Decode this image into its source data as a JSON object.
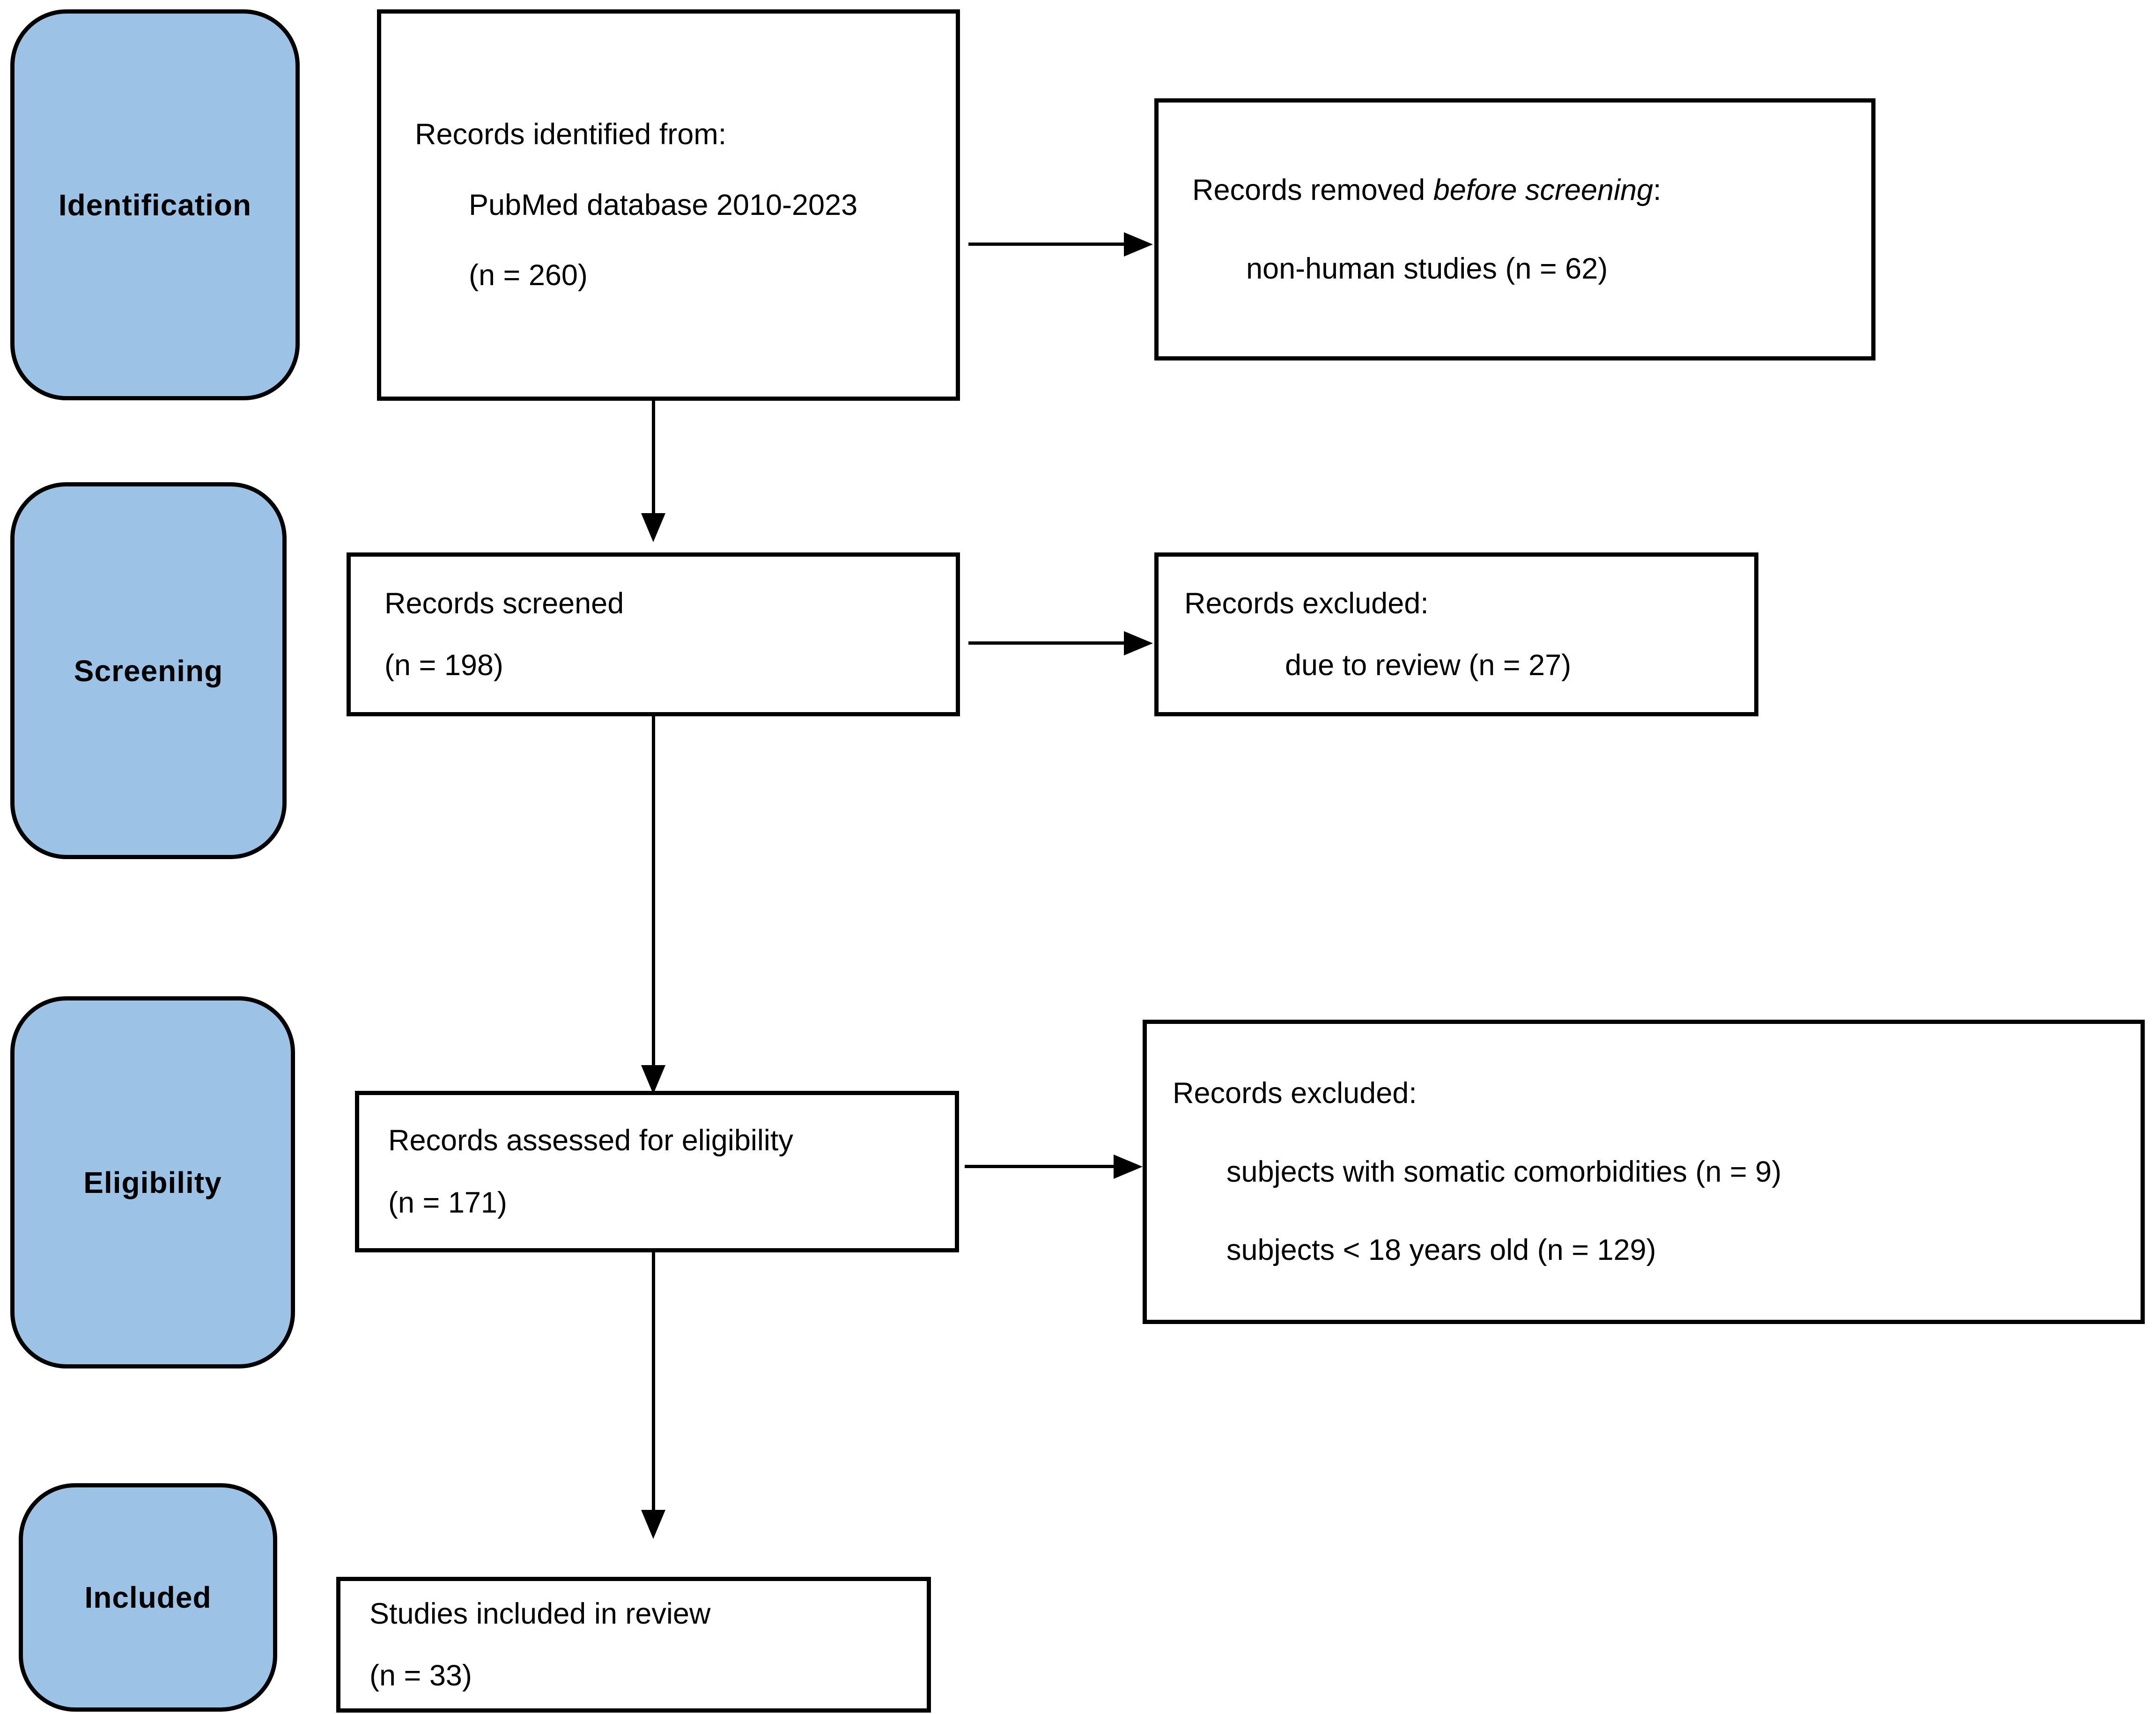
{
  "diagram": {
    "title": "PRISMA flow diagram",
    "accent_color": "#9CC3E5",
    "line_color": "#000000",
    "background_color": "#FFFFFF"
  },
  "stages": [
    {
      "id": "identification",
      "label": "Identification"
    },
    {
      "id": "screening",
      "label": "Screening"
    },
    {
      "id": "eligibility",
      "label": "Eligibility"
    },
    {
      "id": "included",
      "label": "Included"
    }
  ],
  "boxes": {
    "identified": {
      "line1": "Records identified from:",
      "line2": "PubMed database 2010-2023",
      "line3": "(n = 260)"
    },
    "removed_before_screening": {
      "line1_prefix": "Records removed ",
      "line1_italic": "before screening",
      "line1_suffix": ":",
      "line2": "non-human studies (n = 62)"
    },
    "screened": {
      "line1": "Records screened",
      "line2": "(n = 198)"
    },
    "excluded_screening": {
      "line1": "Records excluded:",
      "line2": "due to review (n = 27)"
    },
    "assessed": {
      "line1": "Records assessed for eligibility",
      "line2": "(n = 171)"
    },
    "excluded_eligibility": {
      "line1": "Records excluded:",
      "line2": "subjects with somatic comorbidities (n = 9)",
      "line3": "subjects < 18 years old (n = 129)"
    },
    "included_studies": {
      "line1": "Studies included in review",
      "line2": "(n = 33)"
    }
  },
  "counts": {
    "identified": 260,
    "removed_non_human": 62,
    "screened": 198,
    "excluded_review": 27,
    "assessed": 171,
    "excluded_comorbidities": 9,
    "excluded_under_18": 129,
    "included": 33
  }
}
